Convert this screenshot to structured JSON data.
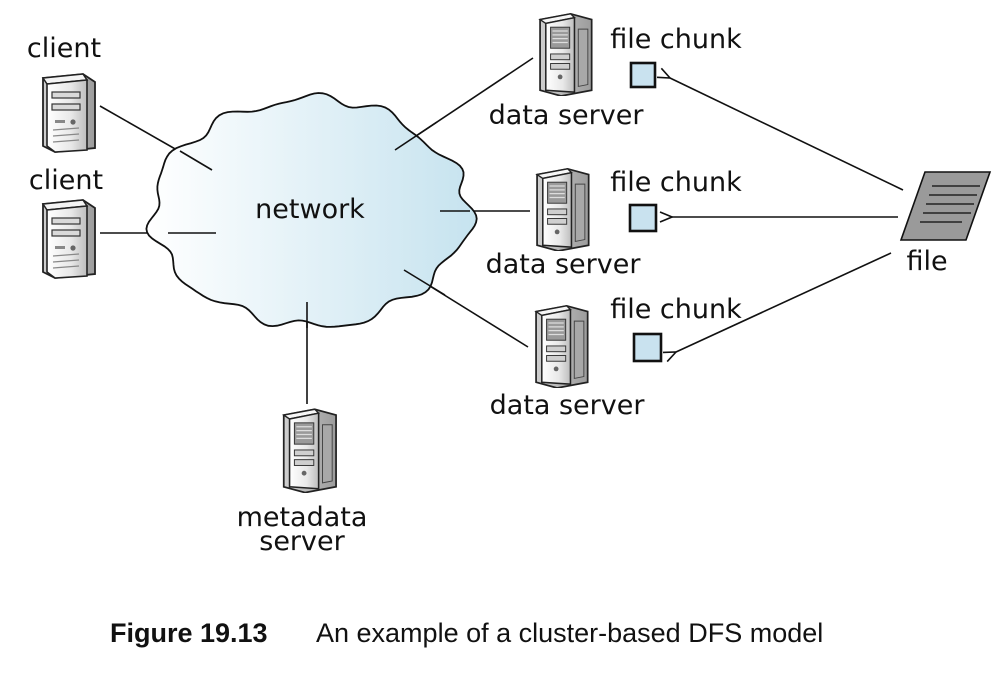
{
  "network": {
    "label": "network"
  },
  "clients": [
    {
      "label": "client"
    },
    {
      "label": "client"
    }
  ],
  "data_servers": [
    {
      "label": "data server",
      "chunk_label": "file chunk"
    },
    {
      "label": "data server",
      "chunk_label": "file chunk"
    },
    {
      "label": "data server",
      "chunk_label": "file chunk"
    }
  ],
  "metadata_server": {
    "line1": "metadata",
    "line2": "server"
  },
  "file": {
    "label": "file"
  },
  "caption": {
    "number": "Figure 19.13",
    "text": "An example of a cluster-based DFS model"
  },
  "colors": {
    "network_gradient_start": "#ffffff",
    "network_gradient_end": "#c6e3ef",
    "chunk_fill": "#c9e2ef",
    "file_fill": "#9a9a9a"
  }
}
